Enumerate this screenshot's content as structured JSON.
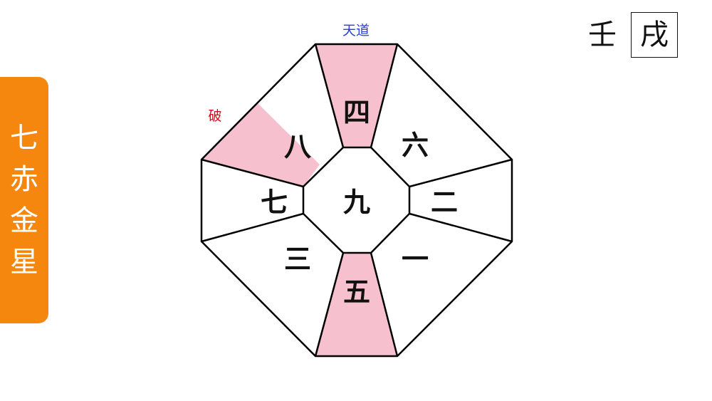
{
  "star": {
    "chars": [
      "七",
      "赤",
      "金",
      "星"
    ],
    "color": "#f5870f"
  },
  "year": {
    "stem": "壬",
    "branch": "戌"
  },
  "board": {
    "center": "九",
    "sectors": {
      "north": "五",
      "northeast": "三",
      "east": "七",
      "southeast": "八",
      "south": "四",
      "southwest": "六",
      "west": "二",
      "northwest": "一"
    },
    "highlight_color": "#f7c0cf",
    "tendo_label": "天道",
    "tendo_color": "#2a3fd6",
    "ha_label": "破",
    "ha_color": "#e0001a"
  }
}
